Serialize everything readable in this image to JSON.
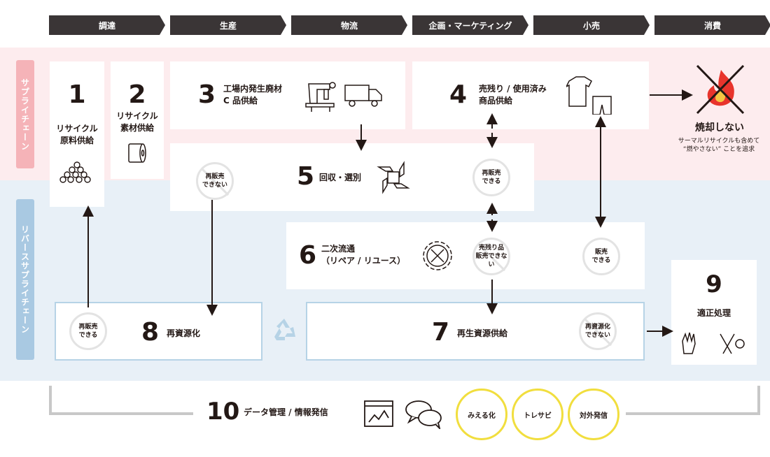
{
  "stages": [
    "調達",
    "生産",
    "物流",
    "企画・マーケティング",
    "小売",
    "消費"
  ],
  "side_labels": {
    "supply": "サプライチェーン",
    "reverse": "リバースサプライチェーン"
  },
  "steps": {
    "s1": {
      "num": "1",
      "label": "リサイクル\n原料供給"
    },
    "s2": {
      "num": "2",
      "label": "リサイクル\n素材供給"
    },
    "s3": {
      "num": "3",
      "label": "工場内発生廃材\nC 品供給"
    },
    "s4": {
      "num": "4",
      "label": "売残り / 使用済み\n商品供給"
    },
    "s5": {
      "num": "5",
      "label": "回収・選別"
    },
    "s6": {
      "num": "6",
      "label": "二次流通\n（リペア / リユース）"
    },
    "s7": {
      "num": "7",
      "label": "再生資源供給"
    },
    "s8": {
      "num": "8",
      "label": "再資源化"
    },
    "s9": {
      "num": "9",
      "label": "適正処理"
    },
    "s10": {
      "num": "10",
      "label": "データ管理 / 情報発信"
    }
  },
  "circles": {
    "resell_no_5": "再販売\nできない",
    "resell_yes_5": "再販売\nできる",
    "unsold_cannot": "売残り品\n販売できない",
    "sell_yes_6": "販売\nできる",
    "resell_yes_8": "再販売\nできる",
    "recycle_no_7": "再資源化\nできない"
  },
  "burn": {
    "title": "焼却しない",
    "note": "サーマルリサイクルも含めて\n“燃やさない” ことを追求"
  },
  "outreach": [
    "みえる化",
    "トレサビ",
    "対外発信"
  ],
  "colors": {
    "stage": "#3a3536",
    "pink_band": "#fdecee",
    "blue_band": "#e8f0f7",
    "pink_label": "#f5b3b8",
    "blue_label": "#a9c9e2",
    "yellow": "#f1de3e",
    "fire": "#e8342c"
  }
}
